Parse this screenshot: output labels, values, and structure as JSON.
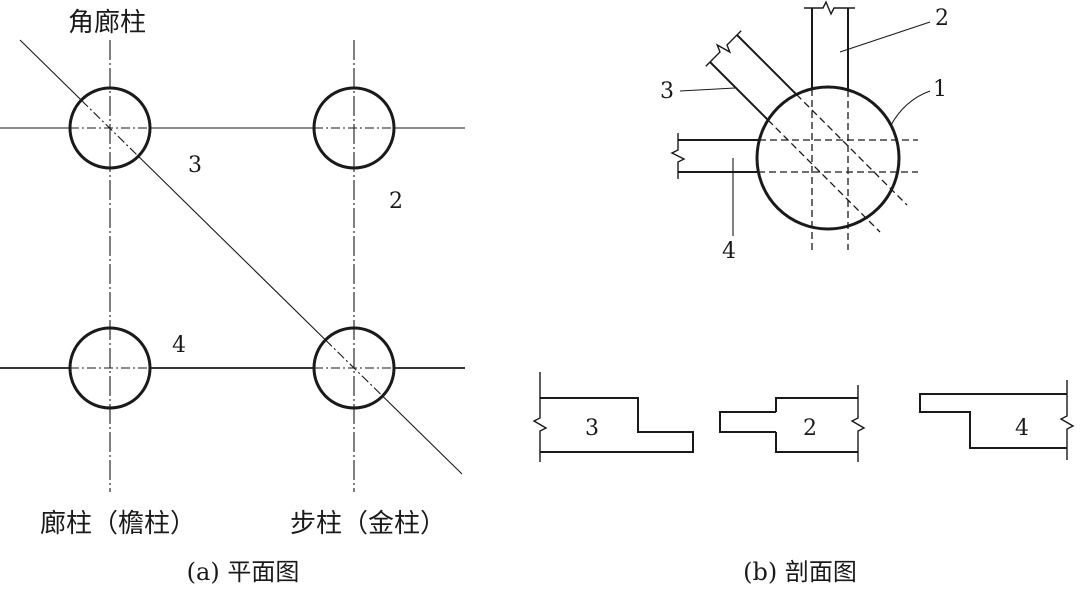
{
  "colors": {
    "ink": "#1a1a1a",
    "background": "#ffffff"
  },
  "plan_view": {
    "corner_column_label": "角廊柱",
    "label_3": "3",
    "label_2": "2",
    "label_4": "4",
    "eave_column_label": "廊柱（檐柱）",
    "step_column_label": "步柱（金柱）",
    "caption": "(a) 平面图"
  },
  "section_view": {
    "callout_1": "1",
    "callout_2": "2",
    "callout_3": "3",
    "callout_4": "4",
    "profiles": [
      {
        "label": "3"
      },
      {
        "label": "2"
      },
      {
        "label": "4"
      }
    ],
    "caption": "(b) 剖面图"
  }
}
